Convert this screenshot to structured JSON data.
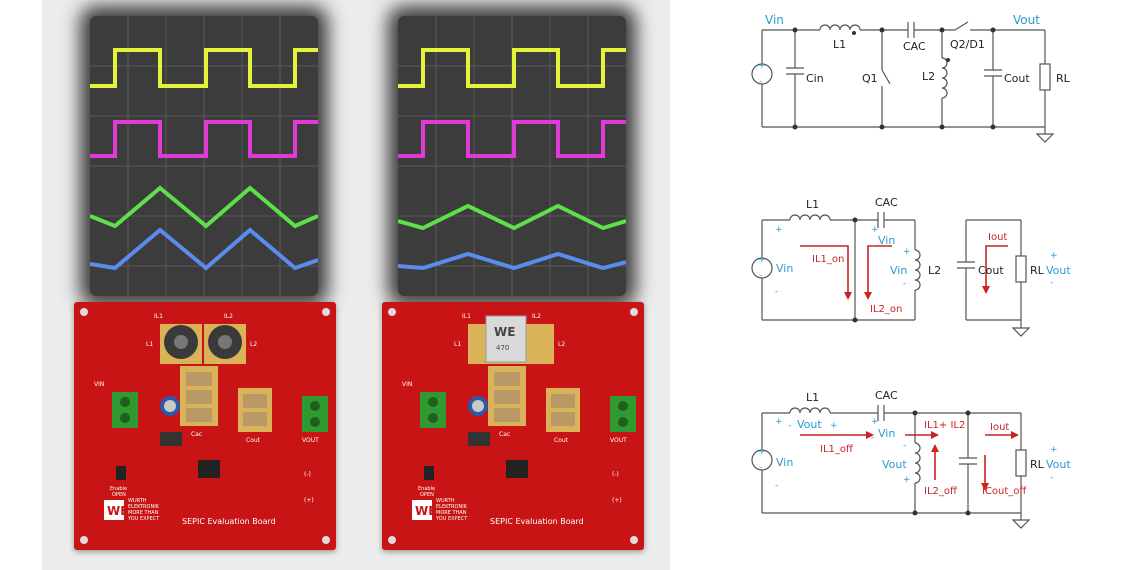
{
  "colors": {
    "wire": "#555555",
    "voltage_label": "#2b9bd1",
    "current_label": "#cc2222",
    "pcb_red": "#c81414",
    "trace_yellow": "#e4f23a",
    "trace_magenta": "#e13ad6",
    "trace_green": "#5ee04a",
    "trace_blue": "#5a8cf0"
  },
  "boards": [
    {
      "title": "SEPIC Evaluation Board",
      "brand_lines": [
        "WURTH",
        "ELEKTRONIK",
        "MORE THAN",
        "YOU EXPECT"
      ],
      "inductor_labels": [
        "IL1",
        "IL2",
        "L1",
        "L2"
      ],
      "connector_in": "VIN",
      "connector_out": "VOUT",
      "cac_label": "Cac",
      "cout_label": "Cout",
      "enable_label": [
        "Enable",
        "OPEN"
      ],
      "plus_label": "(+)",
      "minus_label": "(-)",
      "coupled_inductor_mark": ""
    },
    {
      "title": "SEPIC Evaluation Board",
      "brand_lines": [
        "WURTH",
        "ELEKTRONIK",
        "MORE THAN",
        "YOU EXPECT"
      ],
      "inductor_labels": [
        "IL1",
        "IL2",
        "L1",
        "L2"
      ],
      "connector_in": "VIN",
      "connector_out": "VOUT",
      "cac_label": "Cac",
      "cout_label": "Cout",
      "enable_label": [
        "Enable",
        "OPEN"
      ],
      "plus_label": "(+)",
      "minus_label": "(-)",
      "coupled_inductor_mark": "470"
    }
  ],
  "schematic_top": {
    "vin": "Vin",
    "vout": "Vout",
    "l1": "L1",
    "l2": "L2",
    "cac": "CAC",
    "cin": "Cin",
    "cout": "Cout",
    "q1": "Q1",
    "q2d1": "Q2/D1",
    "rl": "RL"
  },
  "schematic_on": {
    "l1": "L1",
    "cac": "CAC",
    "vin_source": "Vin",
    "vin_cac": "Vin",
    "vin_l2": "Vin",
    "l2": "L2",
    "cout": "Cout",
    "rl": "RL",
    "vout": "Vout",
    "il1": "IL1_on",
    "il2": "IL2_on",
    "iout": "Iout"
  },
  "schematic_off": {
    "l1": "L1",
    "cac": "CAC",
    "vout_l1": "Vout",
    "vin_cac": "Vin",
    "vin_source": "Vin",
    "vout_l2": "Vout",
    "vout_rl": "Vout",
    "rl": "RL",
    "il1": "IL1_off",
    "il1_il2": "IL1+ IL2",
    "il2": "IL2_off",
    "iout": "Iout",
    "icout": "ICout_off"
  }
}
